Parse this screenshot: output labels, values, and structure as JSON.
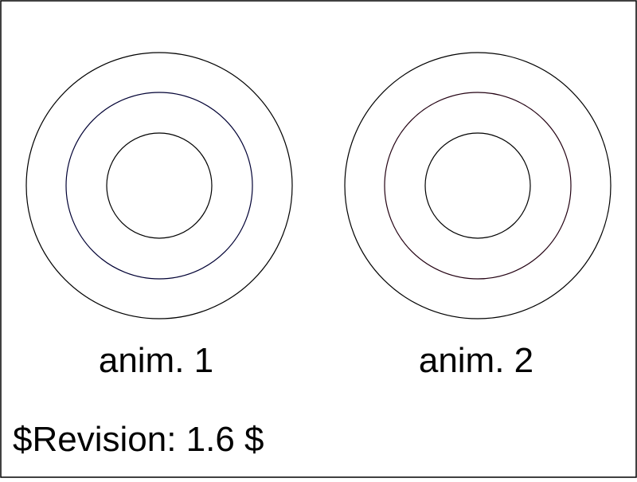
{
  "colors": {
    "background": "#ffffff",
    "stroke": "#000000",
    "anim1_middle_ring": "#000033",
    "anim2_middle_ring": "#220011"
  },
  "groups": [
    {
      "label": "anim. 1"
    },
    {
      "label": "anim. 2"
    }
  ],
  "footer": {
    "revision": "$Revision: 1.6 $"
  }
}
